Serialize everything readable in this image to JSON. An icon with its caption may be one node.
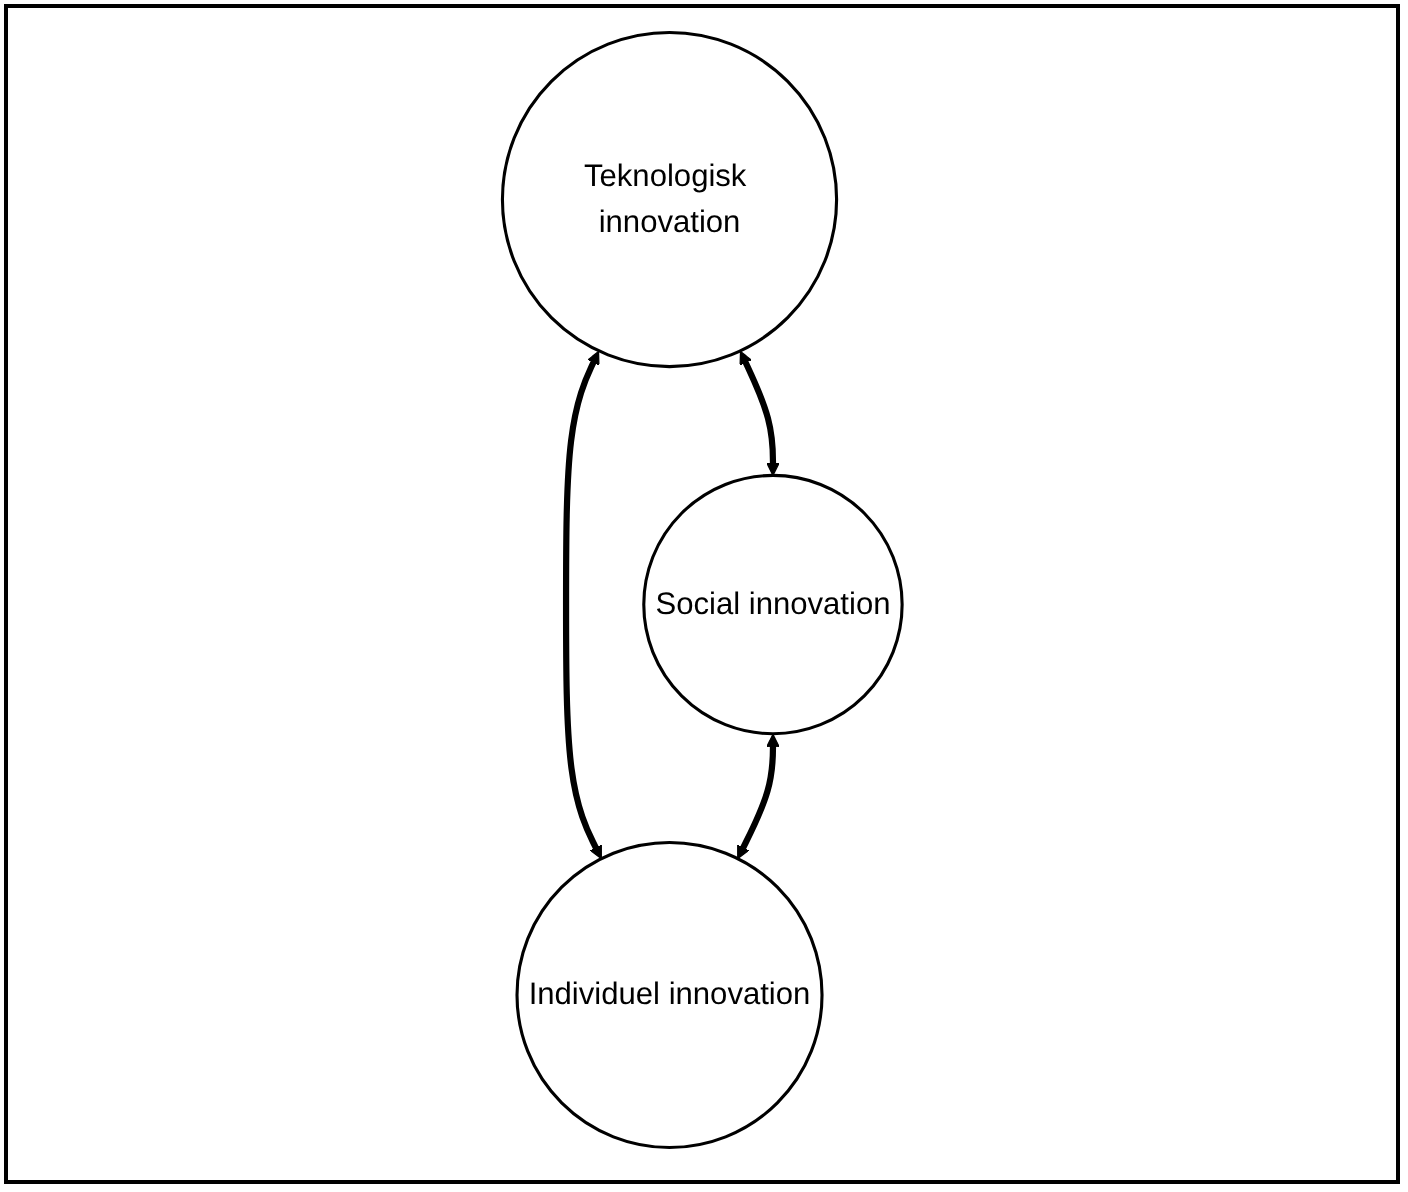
{
  "diagram": {
    "nodes": [
      {
        "text": [
          "Teknologisk innovation"
        ]
      },
      {
        "text": [
          "Social innovation"
        ]
      },
      {
        "text": [
          "Individuel innovation"
        ]
      }
    ],
    "edges": [
      {
        "from": 0,
        "to": 1,
        "arrow": "both"
      },
      {
        "from": 0,
        "to": 2,
        "arrow": "both"
      },
      {
        "from": 1,
        "to": 2,
        "arrow": "both"
      }
    ]
  }
}
